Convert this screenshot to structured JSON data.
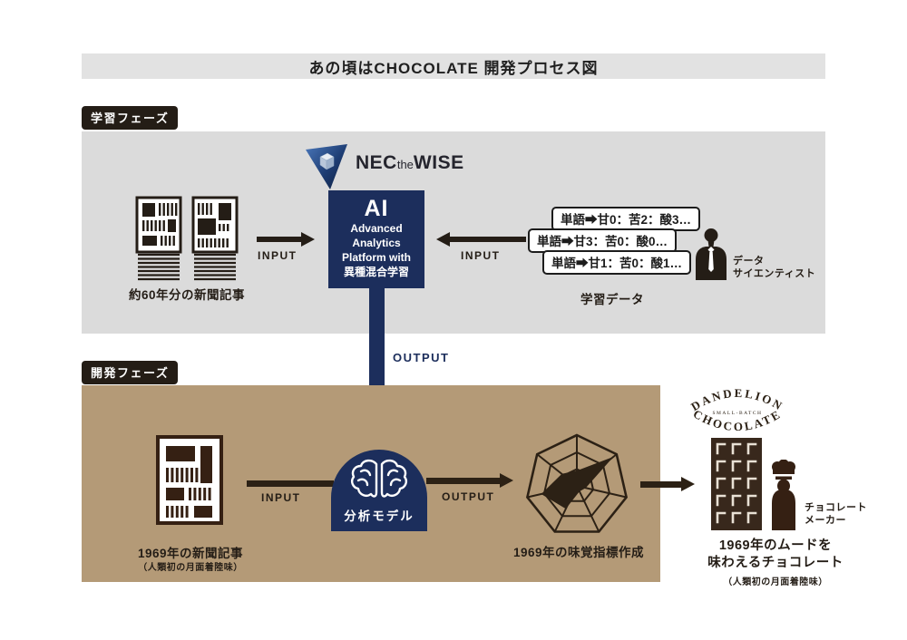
{
  "title": "あの頃はCHOCOLATE 開発プロセス図",
  "colors": {
    "navy": "#1c2e5c",
    "panel_gray": "#dbdbdb",
    "panel_brown": "#b49a77",
    "ink": "#241d16",
    "chocolate_bar": "#38281c"
  },
  "learning": {
    "badge": "学習フェーズ",
    "nec": {
      "nec": "NEC",
      "the": "the",
      "wise": "WISE"
    },
    "newspapers_label": "約60年分の新聞記事",
    "input_left": "INPUT",
    "ai": {
      "title": "AI",
      "lines": [
        "Advanced",
        "Analytics",
        "Platform with",
        "異種混合学習"
      ]
    },
    "input_right": "INPUT",
    "boxes": [
      "単語➡甘0：苦2：酸3…",
      "単語➡甘3：苦0：酸0…",
      "単語➡甘1：苦0：酸1…"
    ],
    "training_label": "学習データ",
    "scientist": {
      "line1": "データ",
      "line2": "サイエンティスト"
    }
  },
  "output_arrow_label": "OUTPUT",
  "dev": {
    "badge": "開発フェーズ",
    "newspaper_label": "1969年の新聞記事",
    "newspaper_note": "（人類初の月面着陸味）",
    "input": "INPUT",
    "model": "分析モデル",
    "output": "OUTPUT",
    "radar_label": "1969年の味覚指標作成"
  },
  "result": {
    "brand": {
      "top": "DANDELION",
      "middle": "SMALL-BATCH",
      "bottom": "CHOCOLATE"
    },
    "maker": {
      "line1": "チョコレート",
      "line2": "メーカー"
    },
    "label1": "1969年のムードを",
    "label2": "味わえるチョコレート",
    "note": "（人類初の月面着陸味）"
  }
}
